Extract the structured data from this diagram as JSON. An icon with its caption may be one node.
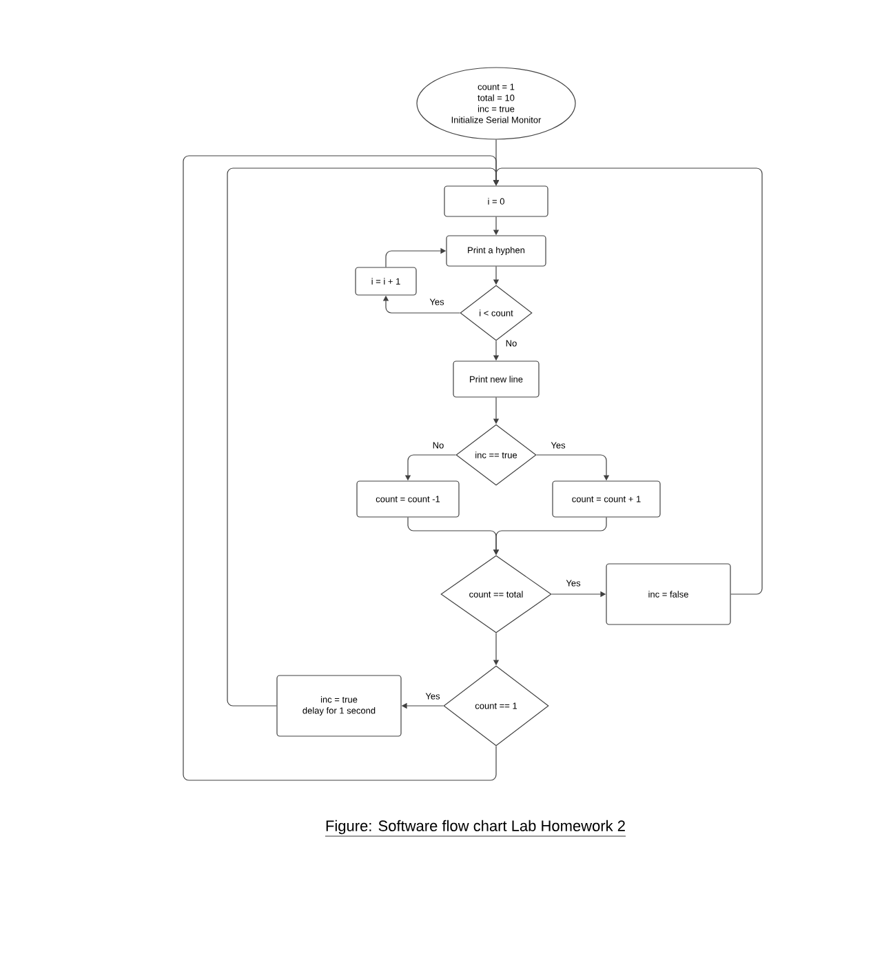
{
  "diagram": {
    "caption": "Figure: Software flow chart Lab Homework 2",
    "nodes": [
      {
        "text": [
          "count = 1",
          "total = 10",
          "inc = true",
          "Initialize Serial Monitor"
        ]
      },
      {
        "text": [
          "i = 0"
        ]
      },
      {
        "text": [
          "Print a hyphen"
        ]
      },
      {
        "text": [
          "i = i + 1"
        ]
      },
      {
        "text": [
          "i < count"
        ]
      },
      {
        "text": [
          "Print new line"
        ]
      },
      {
        "text": [
          "inc == true"
        ]
      },
      {
        "text": [
          "count = count -1"
        ]
      },
      {
        "text": [
          "count = count + 1"
        ]
      },
      {
        "text": [
          "count == total"
        ]
      },
      {
        "text": [
          "inc = false"
        ]
      },
      {
        "text": [
          "inc = true",
          "delay for 1 second"
        ]
      },
      {
        "text": [
          "count == 1"
        ]
      }
    ],
    "edges": [
      {
        "from": 0,
        "to": 1,
        "arrow": "to"
      },
      {
        "from": 1,
        "to": 2,
        "arrow": "to"
      },
      {
        "from": 2,
        "to": 4,
        "arrow": "to"
      },
      {
        "from": 4,
        "to": 3,
        "label": "Yes",
        "arrow": "to"
      },
      {
        "from": 3,
        "to": 2,
        "arrow": "to"
      },
      {
        "from": 4,
        "to": 5,
        "label": "No",
        "arrow": "to"
      },
      {
        "from": 5,
        "to": 6,
        "arrow": "to"
      },
      {
        "from": 6,
        "to": 7,
        "label": "No",
        "arrow": "to"
      },
      {
        "from": 6,
        "to": 8,
        "label": "Yes",
        "arrow": "to"
      },
      {
        "from": 7,
        "to": 9,
        "arrow": "to"
      },
      {
        "from": 8,
        "to": 9,
        "arrow": "to"
      },
      {
        "from": 9,
        "to": 10,
        "label": "Yes",
        "arrow": "to"
      },
      {
        "from": 10,
        "to": 1,
        "arrow": "to"
      },
      {
        "from": 9,
        "to": 12,
        "arrow": "to"
      },
      {
        "from": 12,
        "to": 11,
        "label": "Yes",
        "arrow": "to"
      },
      {
        "from": 11,
        "to": 1,
        "arrow": "to"
      },
      {
        "from": 12,
        "to": 1,
        "arrow": "to"
      }
    ]
  }
}
